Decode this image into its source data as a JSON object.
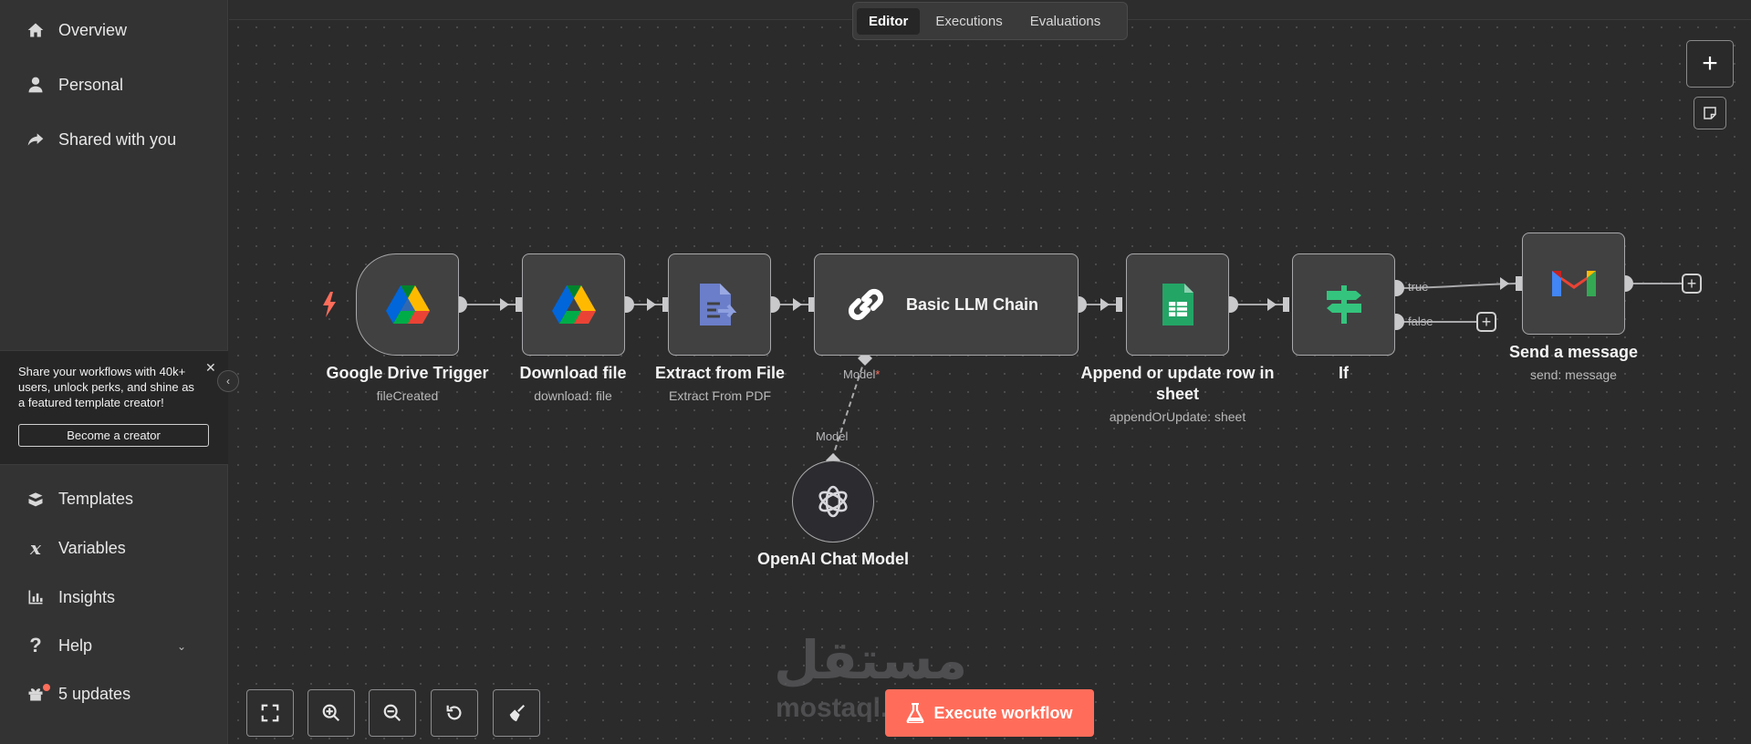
{
  "sidebar": {
    "items": [
      {
        "label": "Overview",
        "icon": "home-icon"
      },
      {
        "label": "Personal",
        "icon": "user-icon"
      },
      {
        "label": "Shared with you",
        "icon": "share-icon"
      }
    ],
    "promo": {
      "text": "Share your workflows with 40k+ users, unlock perks, and shine as a featured template creator!",
      "button": "Become a creator"
    },
    "bottom_items": [
      {
        "label": "Templates",
        "icon": "templates-icon"
      },
      {
        "label": "Variables",
        "icon": "variables-icon"
      },
      {
        "label": "Insights",
        "icon": "insights-icon"
      },
      {
        "label": "Help",
        "icon": "help-icon"
      },
      {
        "label": "5 updates",
        "icon": "gift-icon"
      }
    ]
  },
  "tabs": [
    {
      "label": "Editor",
      "active": true
    },
    {
      "label": "Executions",
      "active": false
    },
    {
      "label": "Evaluations",
      "active": false
    }
  ],
  "nodes": {
    "trigger": {
      "title": "Google Drive Trigger",
      "sub": "fileCreated",
      "icon": "google-drive-icon"
    },
    "download": {
      "title": "Download file",
      "sub": "download: file",
      "icon": "google-drive-icon"
    },
    "extract": {
      "title": "Extract from File",
      "sub": "Extract From PDF",
      "icon": "extract-file-icon"
    },
    "llm": {
      "title": "Basic LLM Chain",
      "icon": "chain-link-icon",
      "port_label": "Model",
      "port_required": "*"
    },
    "sheet": {
      "title": "Append or update row in sheet",
      "sub": "appendOrUpdate: sheet",
      "icon": "google-sheets-icon"
    },
    "if": {
      "title": "If",
      "icon": "signpost-icon",
      "true_label": "true",
      "false_label": "false"
    },
    "gmail": {
      "title": "Send a message",
      "sub": "send: message",
      "icon": "gmail-icon"
    },
    "openai": {
      "title": "OpenAI Chat Model",
      "port_label": "Model",
      "icon": "openai-icon"
    }
  },
  "execute_button": "Execute workflow",
  "watermark": {
    "ar": "مستقل",
    "en": "mostaql.com"
  },
  "colors": {
    "accent": "#ff6d5a",
    "background": "#2b2b2c",
    "sidebar": "#333334"
  }
}
